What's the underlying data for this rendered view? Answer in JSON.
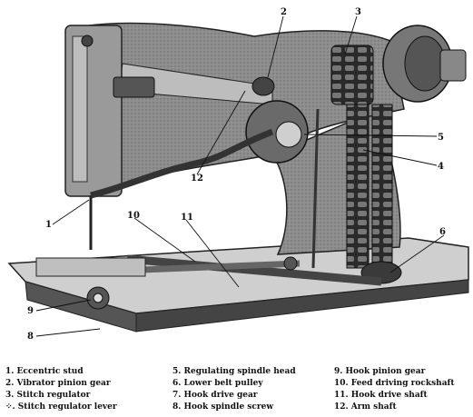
{
  "callouts": [
    "1",
    "2",
    "3",
    "4",
    "5",
    "6",
    "8",
    "9",
    "10",
    "11",
    "12"
  ],
  "legend": {
    "col1": [
      "1.  Eccentric stud",
      "2.  Vibrator pinion gear",
      "3.  Stitch regulator",
      "⁘.  Stitch regulator lever"
    ],
    "col2": [
      "5.  Regulating spindle head",
      "6.  Lower belt pulley",
      "7.  Hook drive gear",
      "8.  Hook spindle screw"
    ],
    "col3": [
      "9.  Hook pinion gear",
      "10.  Feed driving rockshaft",
      "11.  Hook drive shaft",
      "12.  Arm shaft"
    ]
  },
  "colors": {
    "ink": "#111111",
    "body": "#8a8a8a",
    "shadow": "#3a3a3a",
    "light": "#cfcfcf"
  }
}
